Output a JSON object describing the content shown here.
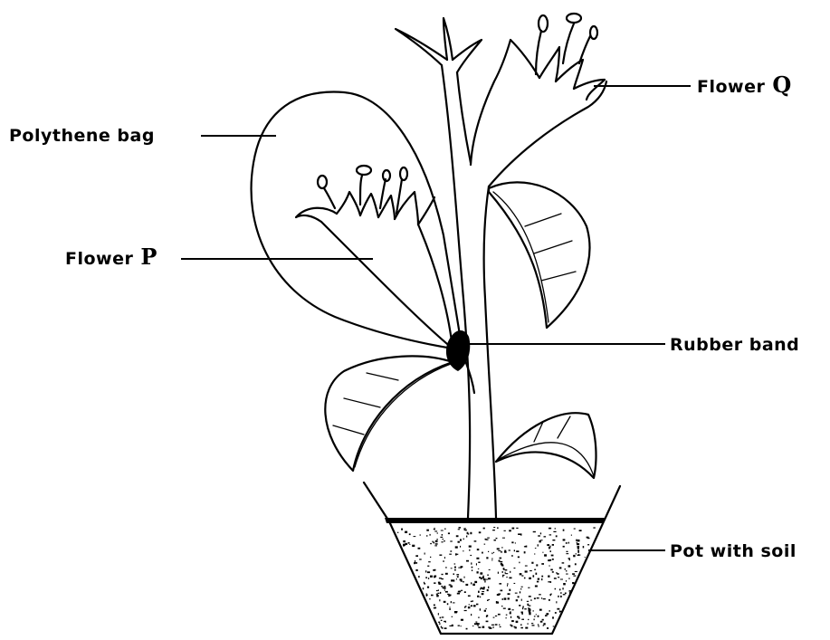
{
  "labels": {
    "polythene_bag": "Polythene bag",
    "flower_p_word": "Flower",
    "flower_p_letter": "P",
    "flower_q_word": "Flower",
    "flower_q_letter": "Q",
    "rubber_band": "Rubber band",
    "pot_with_soil": "Pot with soil"
  }
}
